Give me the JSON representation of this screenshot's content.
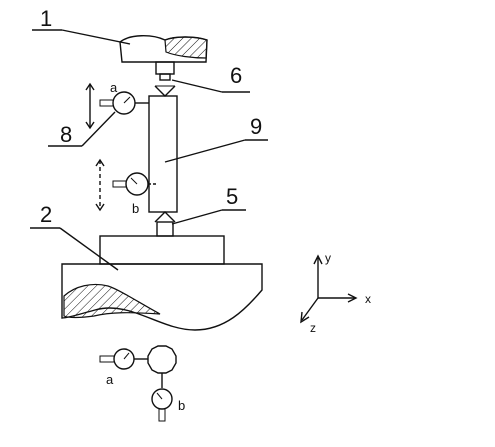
{
  "labels": {
    "label_1": "1",
    "label_2": "2",
    "label_5": "5",
    "label_6": "6",
    "label_8": "8",
    "label_9": "9"
  },
  "gauges": {
    "gauge_a": "a",
    "gauge_b": "b",
    "gauge_a_bottom": "a",
    "gauge_b_bottom": "b"
  },
  "axes": {
    "y": "y",
    "x": "x",
    "z": "z"
  }
}
